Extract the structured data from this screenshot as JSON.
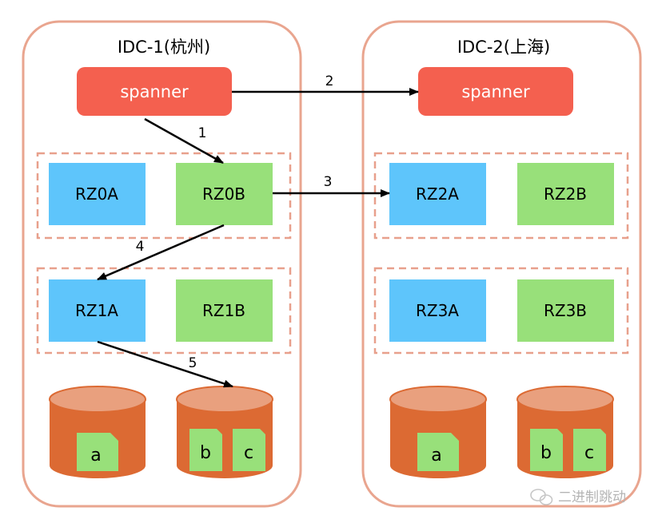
{
  "idc1": {
    "title": "IDC-1(杭州)"
  },
  "idc2": {
    "title": "IDC-2(上海)"
  },
  "spanner_label": "spanner",
  "zones": {
    "rz0a": "RZ0A",
    "rz0b": "RZ0B",
    "rz1a": "RZ1A",
    "rz1b": "RZ1B",
    "rz2a": "RZ2A",
    "rz2b": "RZ2B",
    "rz3a": "RZ3A",
    "rz3b": "RZ3B"
  },
  "arrows": [
    "1",
    "2",
    "3",
    "4",
    "5"
  ],
  "files": {
    "idc1_db1": [
      "a"
    ],
    "idc1_db2": [
      "b",
      "c"
    ],
    "idc2_db1": [
      "a"
    ],
    "idc2_db2": [
      "b",
      "c"
    ]
  },
  "watermark": "二进制跳动",
  "colors": {
    "container_border": "#e9a58f",
    "spanner": "#f4604f",
    "zone_blue": "#5ec5fb",
    "zone_green": "#98e07a",
    "group_dash": "#e8a08c",
    "cylinder_body": "#dc6a33",
    "cylinder_top": "#e9a07e",
    "file": "#98e07a"
  }
}
